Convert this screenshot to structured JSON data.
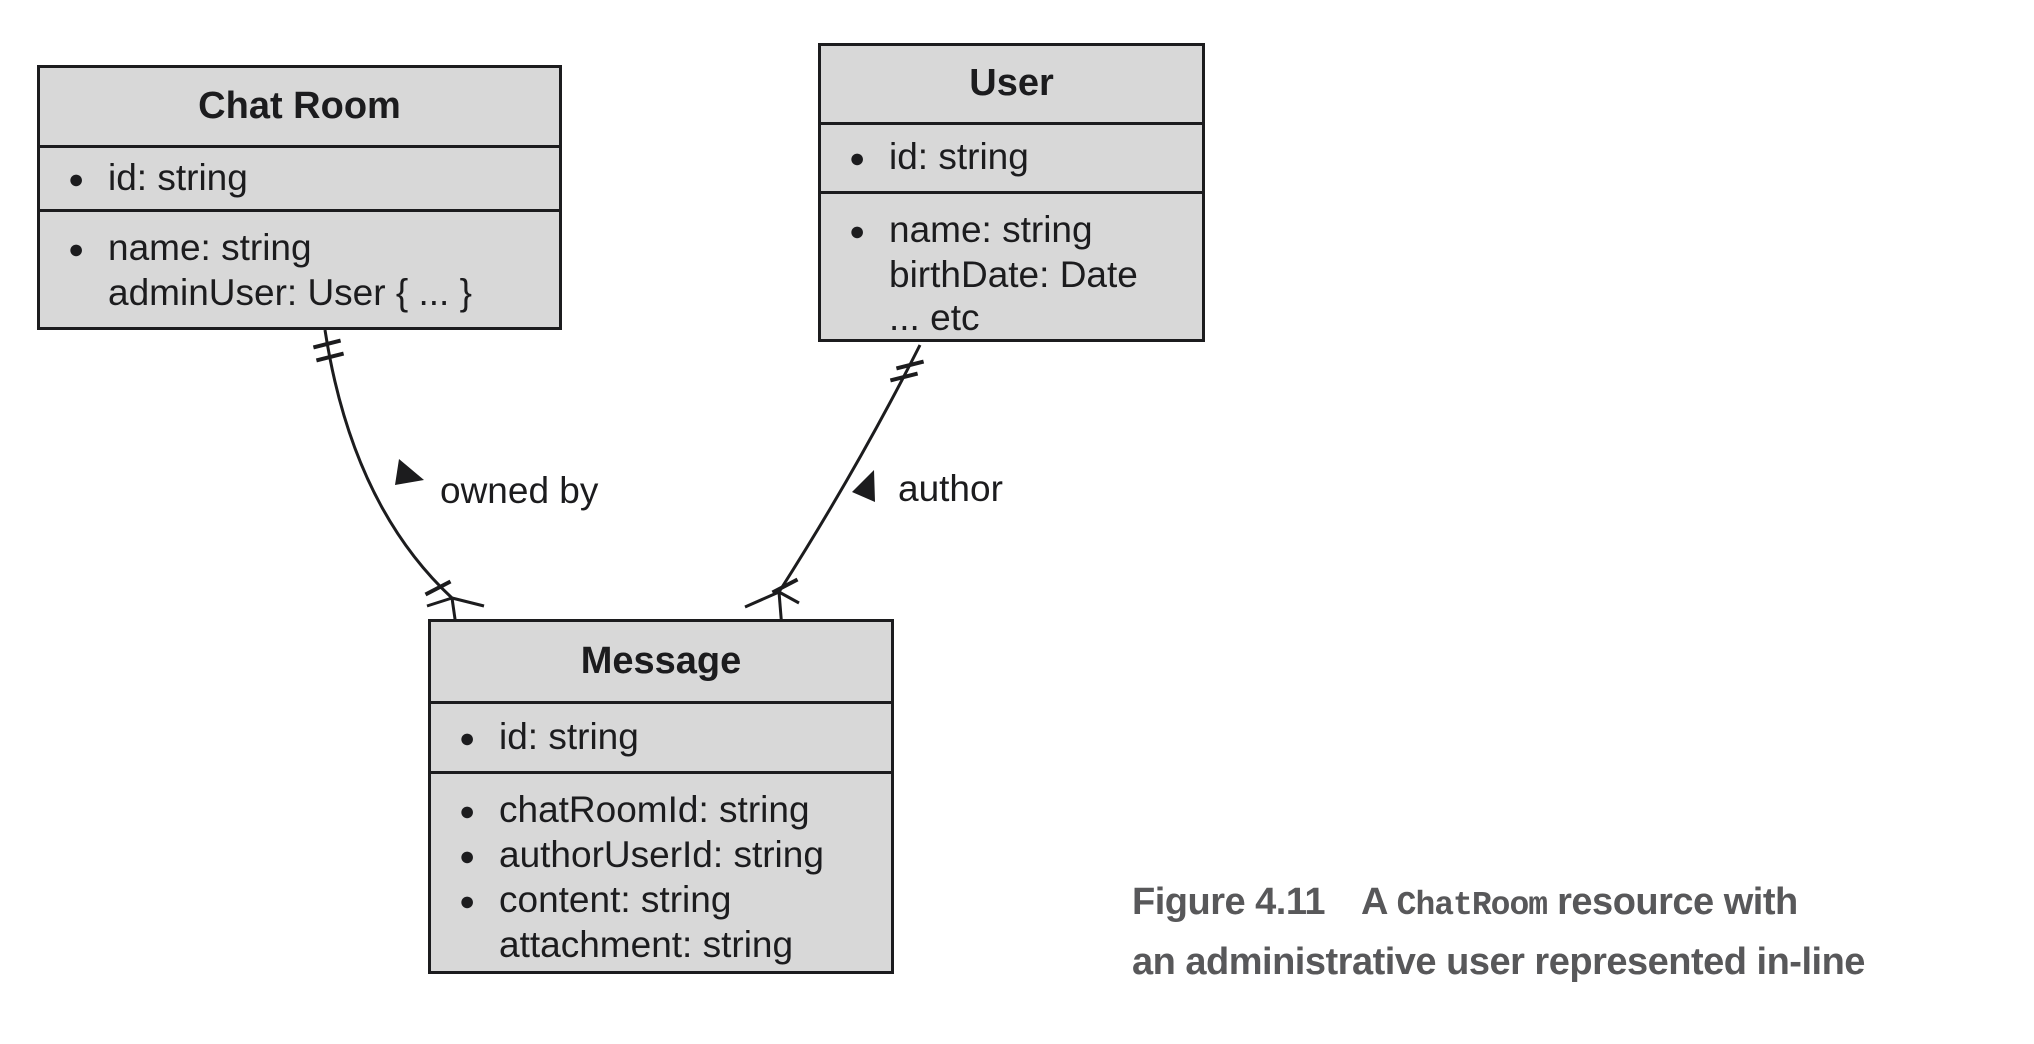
{
  "diagram": {
    "entities": {
      "chat_room": {
        "title": "Chat Room",
        "key_fields": [
          {
            "bullet": "●",
            "text": "id: string"
          }
        ],
        "attr_fields": [
          {
            "bullet": "●",
            "text": "name: string"
          },
          {
            "bullet": "",
            "text": "adminUser: User { ... }"
          }
        ]
      },
      "user": {
        "title": "User",
        "key_fields": [
          {
            "bullet": "●",
            "text": "id: string"
          }
        ],
        "attr_fields": [
          {
            "bullet": "●",
            "text": "name: string"
          },
          {
            "bullet": "",
            "text": "birthDate: Date"
          },
          {
            "bullet": "",
            "text": "... etc"
          }
        ]
      },
      "message": {
        "title": "Message",
        "key_fields": [
          {
            "bullet": "●",
            "text": "id: string"
          }
        ],
        "attr_fields": [
          {
            "bullet": "●",
            "text": "chatRoomId: string"
          },
          {
            "bullet": "●",
            "text": "authorUserId: string"
          },
          {
            "bullet": "●",
            "text": "content: string"
          },
          {
            "bullet": "",
            "text": "attachment: string"
          }
        ]
      }
    },
    "relationships": [
      {
        "label": "owned by",
        "from_entity": "Chat Room",
        "to_entity": "Message",
        "from_end_notation": "one-and-only-one (double tick)",
        "to_end_notation": "many (crow's foot with tick)"
      },
      {
        "label": "author",
        "from_entity": "User",
        "to_entity": "Message",
        "from_end_notation": "one-and-only-one (double tick)",
        "to_end_notation": "many (crow's foot with tick)"
      }
    ]
  },
  "caption": {
    "figure_label": "Figure 4.11",
    "line1_pre_code": "A ",
    "code": "ChatRoom",
    "line1_post_code": " resource with",
    "line2": "an administrative user represented in-line"
  },
  "colors": {
    "box_fill": "#d8d8d8",
    "line_color": "#1c1c1e",
    "text_color": "#1c1c1e",
    "caption_color": "#58585a",
    "bg_color": "#ffffff"
  }
}
